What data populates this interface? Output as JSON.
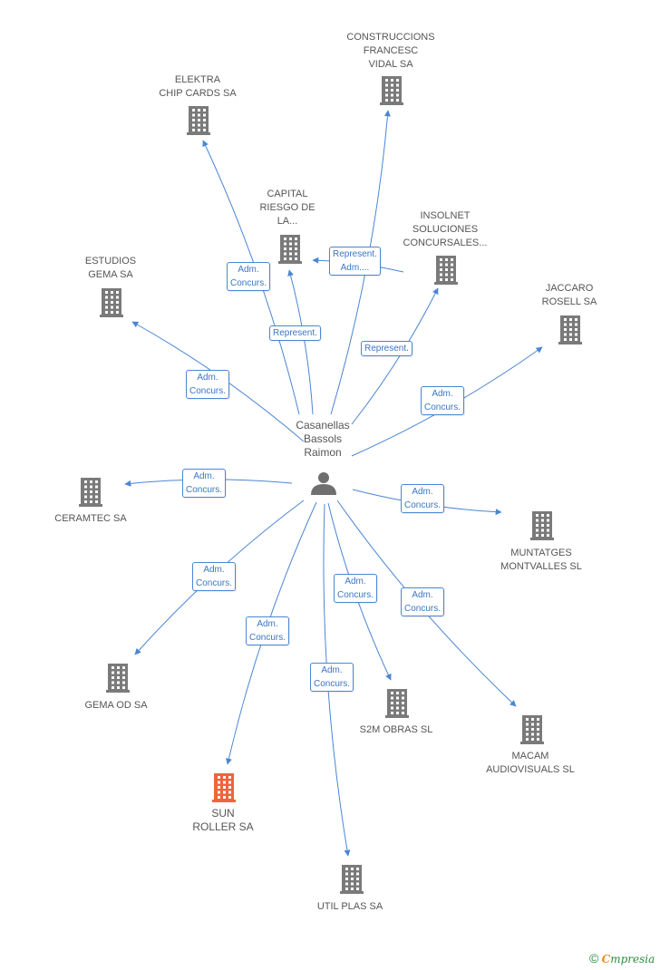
{
  "center": {
    "name": "Casanellas\nBassols\nRaimon",
    "icon": "person-icon"
  },
  "colors": {
    "edge": "#4a86d4",
    "building": "#7a7a7a",
    "highlight": "#f0643c",
    "label": "#555555"
  },
  "nodes": [
    {
      "id": "construccions",
      "label": "CONSTRUCCIONS\nFRANCESC\nVIDAL SA",
      "highlight": false
    },
    {
      "id": "elektra",
      "label": "ELEKTRA\nCHIP CARDS SA",
      "highlight": false
    },
    {
      "id": "capital",
      "label": "CAPITAL\nRIESGO DE\nLA...",
      "highlight": false
    },
    {
      "id": "insolnet",
      "label": "INSOLNET\nSOLUCIONES\nCONCURSALES...",
      "highlight": false
    },
    {
      "id": "estudios",
      "label": "ESTUDIOS\nGEMA SA",
      "highlight": false
    },
    {
      "id": "jaccaro",
      "label": "JACCARO\nROSELL SA",
      "highlight": false
    },
    {
      "id": "ceramtec",
      "label": "CERAMTEC SA",
      "highlight": false
    },
    {
      "id": "muntatges",
      "label": "MUNTATGES\nMONTVALLES SL",
      "highlight": false
    },
    {
      "id": "gemaod",
      "label": "GEMA OD SA",
      "highlight": false
    },
    {
      "id": "s2m",
      "label": "S2M OBRAS SL",
      "highlight": false
    },
    {
      "id": "macam",
      "label": "MACAM\nAUDIOVISUALS SL",
      "highlight": false
    },
    {
      "id": "sunroller",
      "label": "SUN\nROLLER SA",
      "highlight": true
    },
    {
      "id": "utilplas",
      "label": "UTIL PLAS SA",
      "highlight": false
    }
  ],
  "edges": [
    {
      "to": "elektra",
      "label": "Adm.\nConcurs."
    },
    {
      "to": "construccions",
      "label": "Represent.\nAdm...."
    },
    {
      "to": "capital",
      "label": "Represent."
    },
    {
      "to": "capital",
      "label": ""
    },
    {
      "to": "insolnet",
      "label": "Represent."
    },
    {
      "to": "estudios",
      "label": "Adm.\nConcurs."
    },
    {
      "to": "jaccaro",
      "label": "Adm.\nConcurs."
    },
    {
      "to": "ceramtec",
      "label": "Adm.\nConcurs."
    },
    {
      "to": "muntatges",
      "label": "Adm.\nConcurs."
    },
    {
      "to": "gemaod",
      "label": "Adm.\nConcurs."
    },
    {
      "to": "sunroller",
      "label": "Adm.\nConcurs."
    },
    {
      "to": "utilplas",
      "label": "Adm.\nConcurs."
    },
    {
      "to": "s2m",
      "label": "Adm.\nConcurs."
    },
    {
      "to": "macam",
      "label": "Adm.\nConcurs."
    }
  ],
  "footer": {
    "copyright": "©",
    "brand_first": "C",
    "brand_rest": "mpresia"
  }
}
